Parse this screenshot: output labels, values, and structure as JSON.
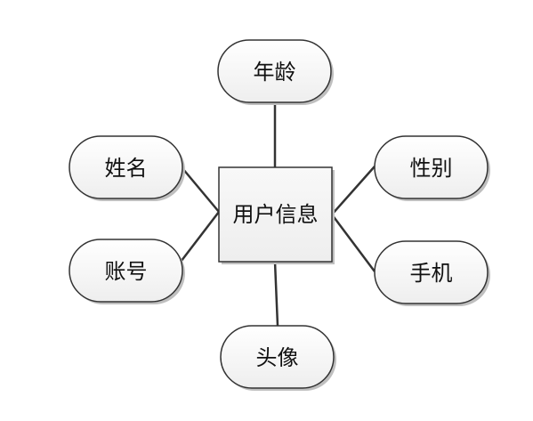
{
  "entity": {
    "label": "用户信息"
  },
  "attributes": {
    "age": "年龄",
    "name": "姓名",
    "gender": "性别",
    "account": "账号",
    "phone": "手机",
    "avatar": "头像"
  }
}
